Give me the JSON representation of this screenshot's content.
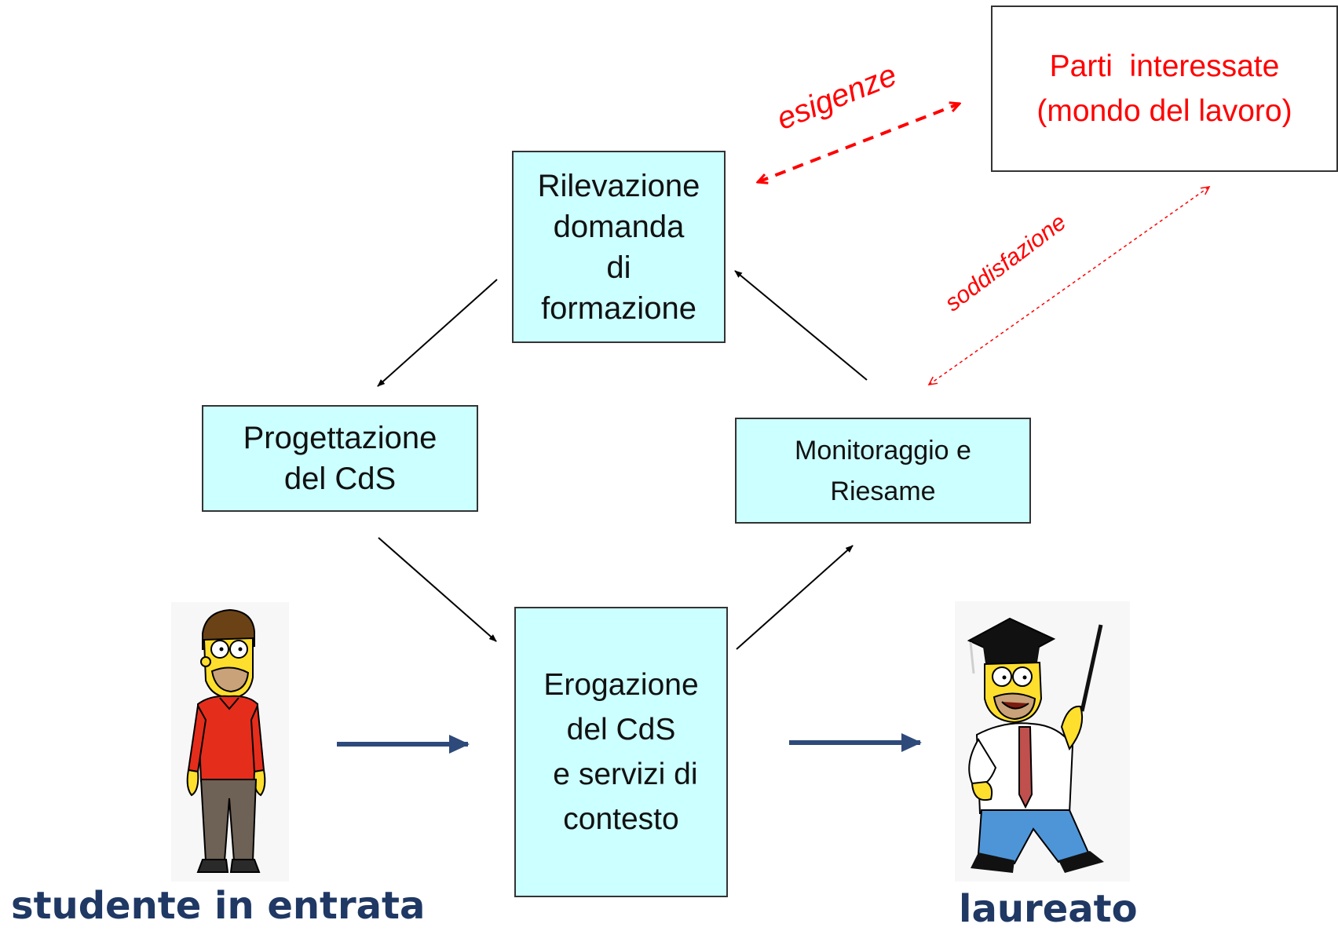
{
  "diagram": {
    "nodes": {
      "rilevazione": [
        "Rilevazione",
        "domanda",
        "di",
        "formazione"
      ],
      "progettazione": [
        "Progettazione",
        "del CdS"
      ],
      "monitoraggio": [
        "Monitoraggio e",
        "Riesame"
      ],
      "erogazione": [
        "Erogazione",
        "del CdS",
        " e servizi di",
        "contesto"
      ],
      "parti_interessate": [
        "Parti  interessate",
        "(mondo del lavoro)"
      ]
    },
    "edge_labels": {
      "esigenze": "esigenze",
      "soddisfazione": "soddisfazione"
    },
    "labels": {
      "student_in": "studente in entrata",
      "graduate": "laureato"
    },
    "figures": {
      "student_in": "student-cartoon",
      "graduate": "graduate-cartoon"
    },
    "colors": {
      "node_fill": "#ccffff",
      "stakeholder_text": "#ff0000",
      "edge_label": "#ff0000",
      "flow_arrow": "#2e4a7a",
      "bottom_label": "#1f3864"
    }
  }
}
